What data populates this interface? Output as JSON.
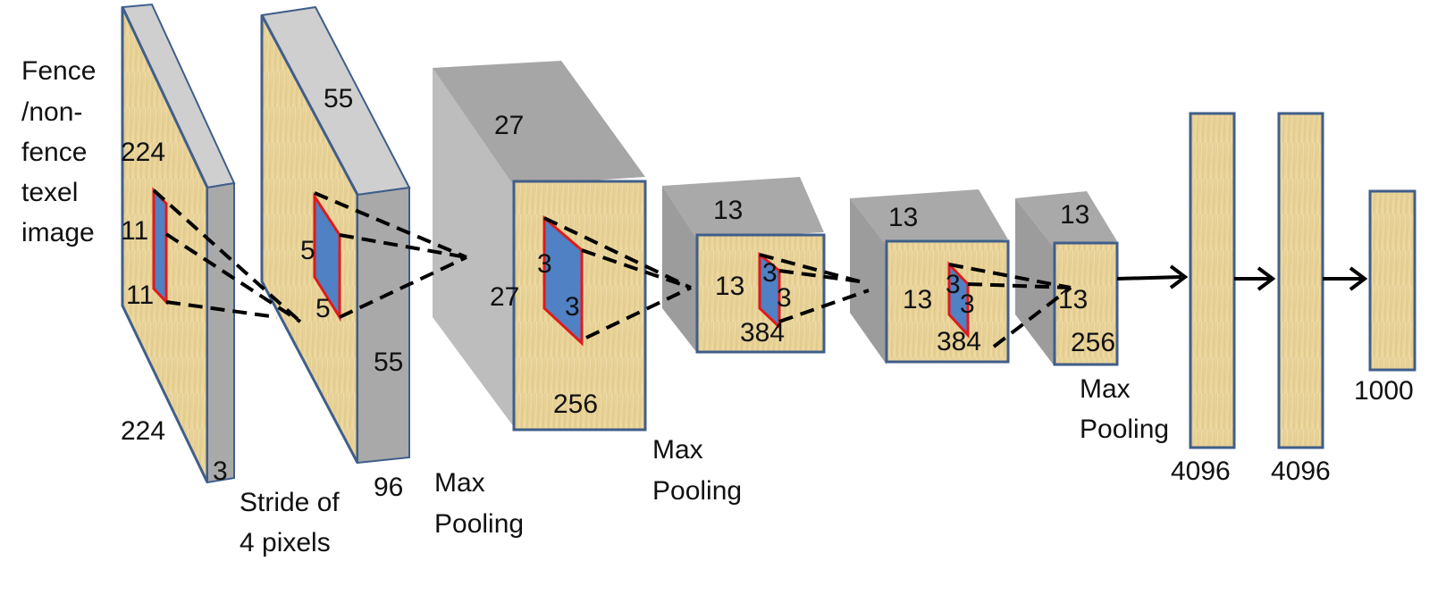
{
  "input_label": [
    "Fence",
    "/non-",
    "fence",
    "texel",
    "image"
  ],
  "layers": {
    "input": {
      "height": "224",
      "width": "224",
      "depth": "3",
      "kernel_h": "11",
      "kernel_w": "11"
    },
    "conv1": {
      "height": "55",
      "width": "55",
      "depth": "96",
      "kernel_h": "5",
      "kernel_w": "5",
      "note": [
        "Stride of",
        "4 pixels"
      ]
    },
    "conv2": {
      "height": "27",
      "width": "27",
      "depth": "256",
      "kernel_h": "3",
      "kernel_w": "3",
      "note": [
        "Max",
        "Pooling"
      ]
    },
    "conv3": {
      "height": "13",
      "width": "13",
      "depth": "384",
      "kernel_h": "3",
      "kernel_w": "3",
      "note": [
        "Max",
        "Pooling"
      ]
    },
    "conv4": {
      "height": "13",
      "width": "13",
      "depth": "384",
      "kernel_h": "3",
      "kernel_w": "3"
    },
    "conv5": {
      "height": "13",
      "width": "13",
      "depth": "256",
      "note": [
        "Max",
        "Pooling"
      ]
    },
    "fc6": {
      "size": "4096"
    },
    "fc7": {
      "size": "4096"
    },
    "fc8": {
      "size": "1000"
    }
  },
  "colors": {
    "feature_map": "#e8d49a",
    "kernel_fill": "#4f81c4",
    "kernel_border": "#e01b1b",
    "block_side": "#a9a9a9",
    "block_top": "#cfcfcf",
    "edge": "#3f5e8a"
  }
}
